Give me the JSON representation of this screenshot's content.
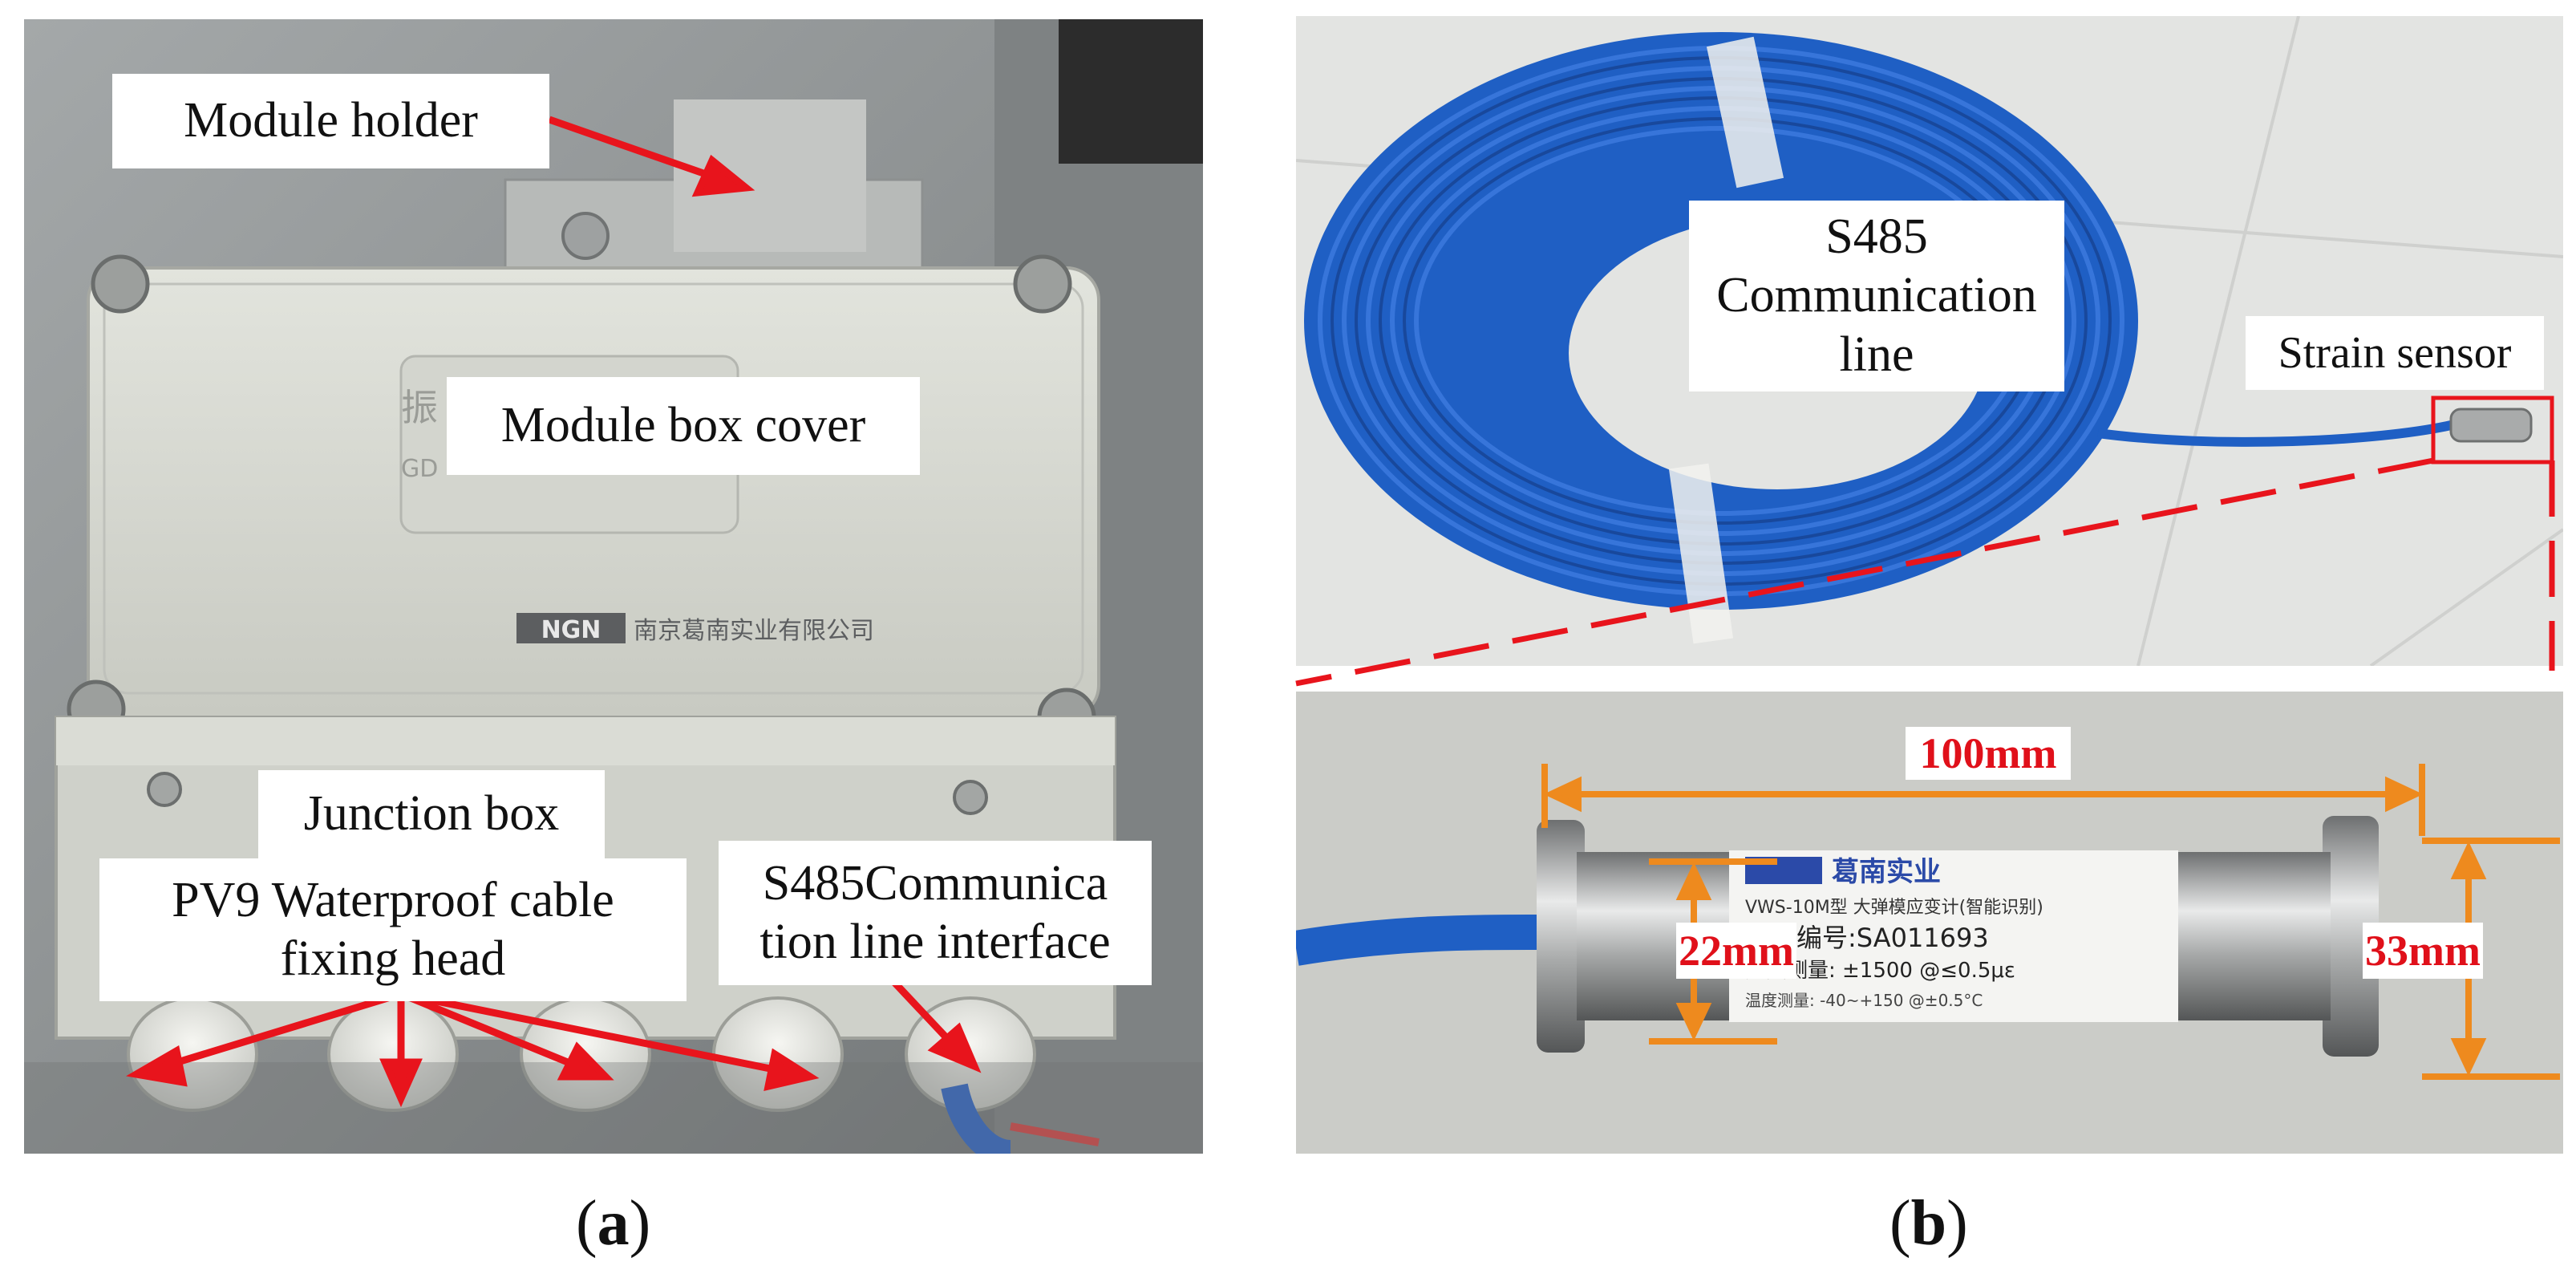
{
  "figure": {
    "panel_a": {
      "labels": {
        "module_holder": "Module holder",
        "module_box_cover": "Module box cover",
        "junction_box": "Junction box",
        "pv9_line1": "PV9  Waterproof cable",
        "pv9_line2": "fixing head",
        "s485_line1": "S485Communica",
        "s485_line2": "tion line interface"
      },
      "printed_text": {
        "cover_char": "振",
        "cover_model_prefix": "GD",
        "brand_logo": "NGN",
        "brand_name": "南京葛南实业有限公司"
      },
      "caption": {
        "open": "(",
        "letter": "a",
        "close": ")"
      }
    },
    "panel_b": {
      "labels": {
        "line_top": "S485",
        "line_mid": "Communication",
        "line_bot": "line",
        "strain_sensor": "Strain sensor"
      },
      "dimensions": {
        "length": "100mm",
        "inner_diameter": "22mm",
        "outer_diameter": "33mm"
      },
      "sensor_label": {
        "brand": "葛南实业",
        "model": "VWS-10M型 大弹模应变计(智能识别)",
        "serial": "仪器编号:SA011693",
        "strain": "应变测量: ±1500 @≤0.5με",
        "temp": "温度测量: -40~+150 @±0.5°C"
      },
      "caption": {
        "open": "(",
        "letter": "b",
        "close": ")"
      }
    },
    "colors": {
      "arrow_red": "#e8141c",
      "dimension_orange": "#ee8a1e",
      "dimension_text": "#e0101a",
      "cable_blue": "#1f5fc4",
      "box_grey": "#d9dbd3"
    }
  }
}
